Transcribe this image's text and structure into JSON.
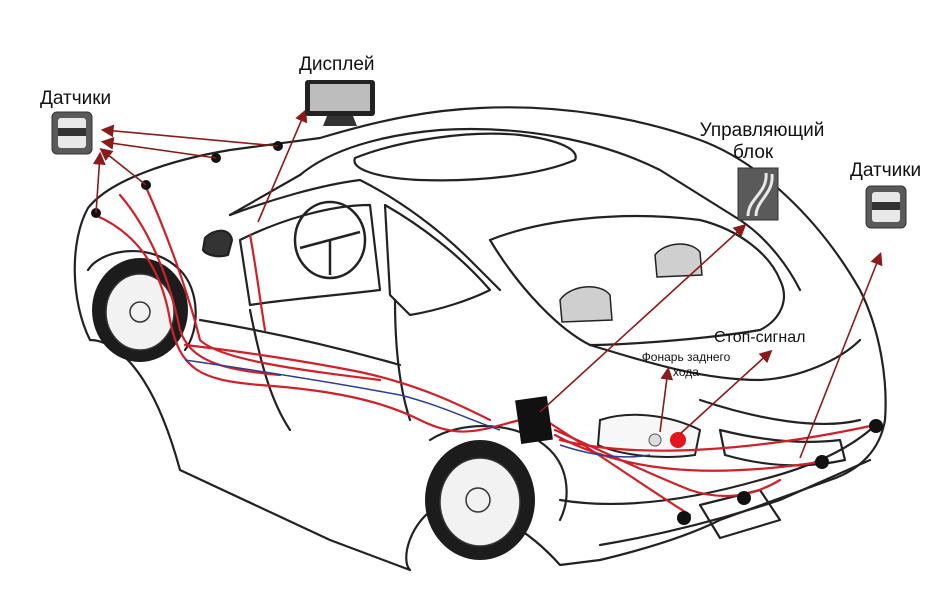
{
  "labels": {
    "sensors_left": "Датчики",
    "display": "Дисплей",
    "control_unit_line1": "Управляющий",
    "control_unit_line2": "блок",
    "sensors_right": "Датчики",
    "brake_light": "Стоп-сигнал",
    "reverse_light_line1": "Фонарь заднего",
    "reverse_light_line2": "хода"
  },
  "colors": {
    "wire": "#d0202a",
    "wire_dark": "#8b1a1a",
    "car_outline": "#222222",
    "reverse_light": "#e3161d"
  },
  "icons": [
    "sensor-icon",
    "display-icon",
    "control-unit-icon",
    "sensor-icon"
  ]
}
